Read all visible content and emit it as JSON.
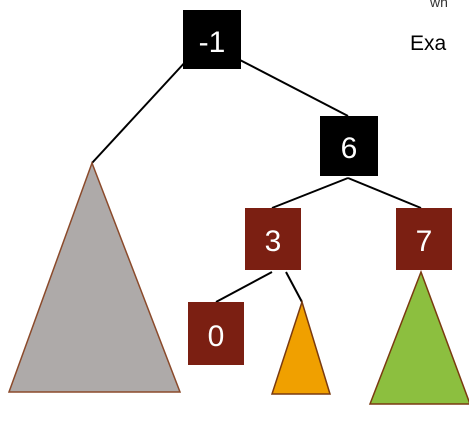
{
  "colors": {
    "black_node": "#000000",
    "red_node": "#7b1f12",
    "node_text": "#ffffff",
    "edge": "#000000",
    "gray_triangle": "#aeaaa9",
    "gray_triangle_stroke": "#8b4a2b",
    "orange_triangle": "#f0a000",
    "orange_triangle_stroke": "#7a3a10",
    "green_triangle": "#8cbf3f",
    "green_triangle_stroke": "#7a3a10"
  },
  "clipped_text": {
    "top": "wh",
    "side": "Exa"
  },
  "tree": {
    "nodes": [
      {
        "id": "root",
        "label": "-1",
        "style": "black"
      },
      {
        "id": "n6",
        "label": "6",
        "style": "black"
      },
      {
        "id": "n3",
        "label": "3",
        "style": "red"
      },
      {
        "id": "n7",
        "label": "7",
        "style": "red"
      },
      {
        "id": "n0",
        "label": "0",
        "style": "red"
      }
    ],
    "subtrees": [
      {
        "id": "gray",
        "color": "gray"
      },
      {
        "id": "orange",
        "color": "orange"
      },
      {
        "id": "green",
        "color": "green"
      }
    ]
  }
}
